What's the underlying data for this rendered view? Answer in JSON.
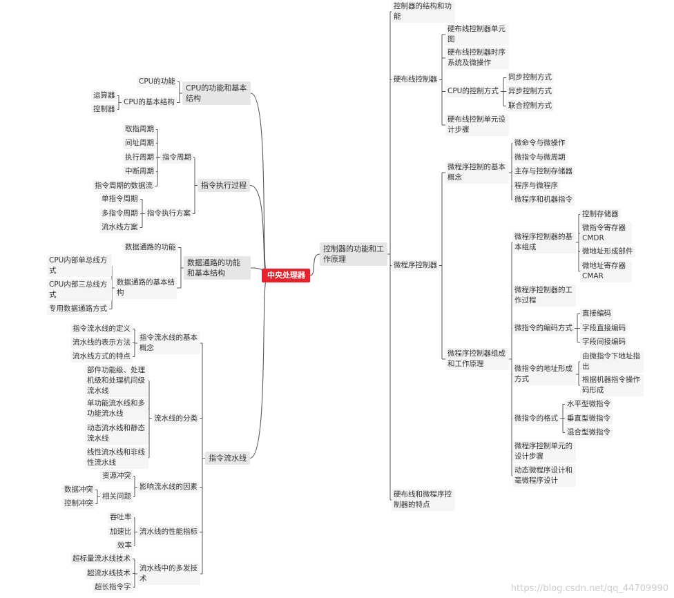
{
  "root": "中央处理器",
  "left": {
    "cpu_func": {
      "label": "CPU的功能和基本结构",
      "children": {
        "func": "CPU的功能",
        "struct": {
          "label": "CPU的基本结构",
          "children": [
            "运算器",
            "控制器"
          ]
        }
      }
    },
    "exec": {
      "label": "指令执行过程",
      "cycle": {
        "label": "指令周期",
        "children": [
          "取指周期",
          "间址周期",
          "执行周期",
          "中断周期",
          "指令周期的数据流"
        ]
      },
      "scheme": {
        "label": "指令执行方案",
        "children": [
          "单指令周期",
          "多指令周期",
          "流水线方案"
        ]
      }
    },
    "datapath": {
      "label": "数据通路的功能和基本结构",
      "func": "数据通路的功能",
      "struct": {
        "label": "数据通路的基本结构",
        "children": [
          "CPU内部单总线方式",
          "CPU内部三总线方式",
          "专用数据通路方式"
        ]
      }
    },
    "pipeline": {
      "label": "指令流水线",
      "concept": {
        "label": "指令流水线的基本概念",
        "children": [
          "指令流水线的定义",
          "流水线的表示方法",
          "流水线方式的特点"
        ]
      },
      "classify": {
        "label": "流水线的分类",
        "children": [
          "部件功能级、处理机级和处理机间级流水线",
          "单功能流水线和多功能流水线",
          "动态流水线和静态流水线",
          "线性流水线和非线性流水线"
        ]
      },
      "factor": {
        "label": "影响流水线的因素",
        "res": "资源冲突",
        "rel": {
          "label": "相关问题",
          "children": [
            "数据冲突",
            "控制冲突"
          ]
        }
      },
      "perf": {
        "label": "流水线的性能指标",
        "children": [
          "吞吐率",
          "加速比",
          "效率"
        ]
      },
      "multi": {
        "label": "流水线中的多发技术",
        "children": [
          "超标量流水线技术",
          "超流水线技术",
          "超长指令字"
        ]
      }
    }
  },
  "right": {
    "label": "控制器的功能和工作原理",
    "struct": "控制器的结构和功能",
    "hard": {
      "label": "硬布线控制器",
      "unit": "硬布线控制器单元图",
      "timing": "硬布线控制器时序系统及微操作",
      "mode": {
        "label": "CPU的控制方式",
        "children": [
          "同步控制方式",
          "异步控制方式",
          "联合控制方式"
        ]
      },
      "design": "硬布线控制单元设计步骤"
    },
    "micro": {
      "label": "微程序控制器",
      "basic": {
        "label": "微程序控制的基本概念",
        "children": [
          "微命令与微操作",
          "微指令与微周期",
          "主存与控制存储器",
          "程序与微程序",
          "微程序和机器指令"
        ]
      },
      "org": {
        "label": "微程序控制器组成和工作原理",
        "comp": {
          "label": "微程序控制器的基本组成",
          "children": [
            "控制存储器",
            "微指令寄存器CMDR",
            "微地址形成部件",
            "微地址寄存器CMAR"
          ]
        },
        "proc": "微程序控制器的工作过程",
        "enc": {
          "label": "微指令的编码方式",
          "children": [
            "直接编码",
            "字段直接编码",
            "字段间接编码"
          ]
        },
        "addr": {
          "label": "微指令的地址形成方式",
          "children": [
            "由微指令下地址指出",
            "根据机器指令操作码形成"
          ]
        },
        "fmt": {
          "label": "微指令的格式",
          "children": [
            "水平型微指令",
            "垂直型微指令",
            "混合型微指令"
          ]
        },
        "design": "微程序控制单元的设计步骤",
        "dyn": "动态微程序设计和毫微程序设计"
      }
    },
    "compare": "硬布线和微程序控制器的特点"
  },
  "watermark": "https://blog.csdn.net/qq_44709990"
}
